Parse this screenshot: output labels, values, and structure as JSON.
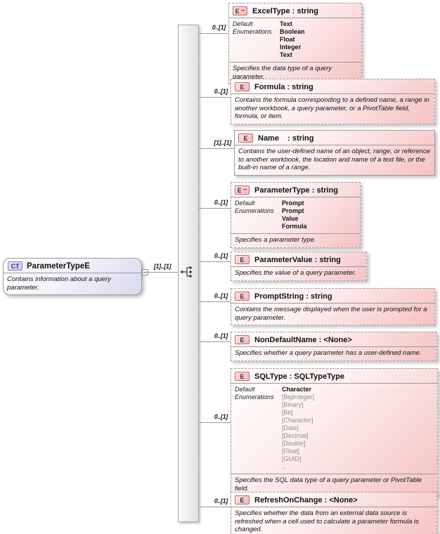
{
  "diagram": {
    "root": {
      "badge": "CT",
      "title": "ParameterTypeE",
      "description": "Contains information about a query parameter.",
      "cardinality": "[1]..[1]"
    },
    "compositor": "sequence",
    "enum_labels": {
      "default": "Default",
      "enumerations": "Enumerations"
    },
    "elements": [
      {
        "badge": "E",
        "badge_variant": "minus",
        "name": "ExcelType",
        "type": "string",
        "cardinality": "0..[1]",
        "default_value": "Text",
        "enums": [
          {
            "label": "Boolean",
            "muted": false
          },
          {
            "label": "Float",
            "muted": false
          },
          {
            "label": "Integer",
            "muted": false
          },
          {
            "label": "Text",
            "muted": false
          }
        ],
        "description": "Specifies the data type of a query parameter."
      },
      {
        "badge": "E",
        "badge_variant": "plain",
        "name": "Formula",
        "type": "string",
        "cardinality": "0..[1]",
        "description": "Contains the formula corresponding to a defined name, a range in another workbook, a query parameter, or a PivotTable field, formula, or item."
      },
      {
        "badge": "E",
        "badge_variant": "plain",
        "name": "Name   ",
        "type": "string",
        "cardinality": "[1]..[1]",
        "description": "Contains the user-defined name of an object, range, or reference to another workbook, the location and name of a text file, or the built-in name of a range."
      },
      {
        "badge": "E",
        "badge_variant": "minus",
        "name": "ParameterType",
        "type": "string",
        "cardinality": "0..[1]",
        "default_value": "Prompt",
        "enums": [
          {
            "label": "Prompt",
            "muted": false
          },
          {
            "label": "Value",
            "muted": false
          },
          {
            "label": "Formula",
            "muted": false
          }
        ],
        "description": "Specifies a parameter type."
      },
      {
        "badge": "E",
        "badge_variant": "plain",
        "name": "ParameterValue",
        "type": "string",
        "cardinality": "0..[1]",
        "description": "Specifies the value of a query parameter."
      },
      {
        "badge": "E",
        "badge_variant": "plain",
        "name": "PromptString",
        "type": "string",
        "cardinality": "0..[1]",
        "description": "Contains the message displayed when the user is prompted for a query parameter."
      },
      {
        "badge": "E",
        "badge_variant": "plain",
        "name": "NonDefaultName",
        "type": "<None>",
        "cardinality": "0..[1]",
        "description": "Specifies whether a query parameter has a user-defined name."
      },
      {
        "badge": "E",
        "badge_variant": "plain",
        "name": "SQLType",
        "type": "SQLTypeType",
        "cardinality": "0..[1]",
        "default_value": "Character",
        "enums": [
          {
            "label": "[BigInteger]",
            "muted": true
          },
          {
            "label": "[Binary]",
            "muted": true
          },
          {
            "label": "[Bit]",
            "muted": true
          },
          {
            "label": "[Character]",
            "muted": true
          },
          {
            "label": "[Date]",
            "muted": true
          },
          {
            "label": "[Decimal]",
            "muted": true
          },
          {
            "label": "[Double]",
            "muted": true
          },
          {
            "label": "[Float]",
            "muted": true
          },
          {
            "label": "[GUID]",
            "muted": true
          },
          {
            "label": "...",
            "muted": true
          }
        ],
        "description": "Specifies the SQL data type of a query parameter or PivotTable field."
      },
      {
        "badge": "E",
        "badge_variant": "plain",
        "name": "RefreshOnChange",
        "type": "<None>",
        "cardinality": "0..[1]",
        "description": "Specifies whether the data from an external data source is refreshed when a cell used to calculate a parameter formula is changed."
      }
    ],
    "colors": {
      "element_fill_end": "#f5c2c2",
      "element_badge_border": "#c66a6a",
      "root_fill_end": "#d9d9ef",
      "root_badge_border": "#8282c2",
      "muted_text": "#8f8f8f"
    }
  }
}
